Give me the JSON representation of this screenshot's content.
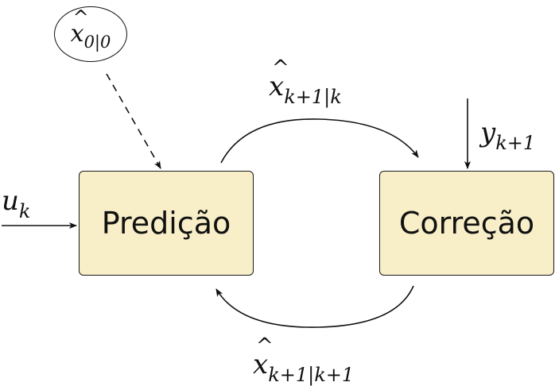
{
  "blocks": {
    "prediction": "Predição",
    "correction": "Correção"
  },
  "initial_state": {
    "base": "x",
    "subscript": "0|0"
  },
  "labels": {
    "input": {
      "base": "u",
      "subscript": "k"
    },
    "measurement": {
      "base": "y",
      "subscript": "k+1"
    },
    "predicted_estimate": {
      "base": "x",
      "subscript": "k+1|k"
    },
    "corrected_estimate": {
      "base": "x",
      "subscript": "k+1|k+1"
    }
  },
  "colors": {
    "block_fill": "#f8efc8",
    "stroke": "#111111"
  }
}
